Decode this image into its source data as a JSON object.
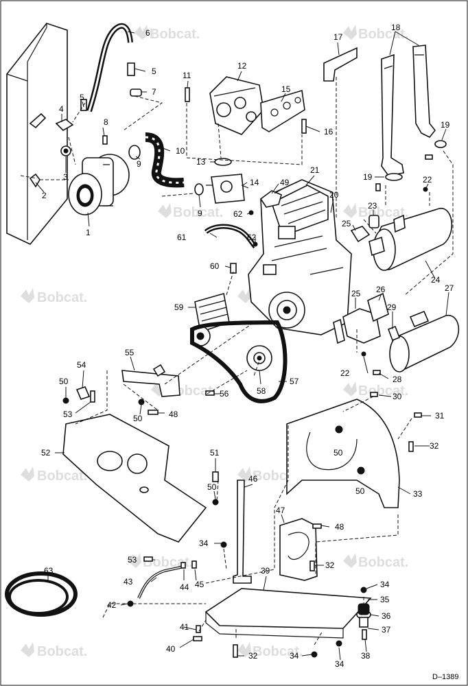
{
  "watermark": "Bobcat.",
  "document_id": "D–1389",
  "callouts": [
    {
      "id": "c1",
      "label": "1"
    },
    {
      "id": "c2",
      "label": "2"
    },
    {
      "id": "c3",
      "label": "3"
    },
    {
      "id": "c4",
      "label": "4"
    },
    {
      "id": "c5a",
      "label": "5"
    },
    {
      "id": "c5b",
      "label": "5"
    },
    {
      "id": "c6",
      "label": "6"
    },
    {
      "id": "c7",
      "label": "7"
    },
    {
      "id": "c8",
      "label": "8"
    },
    {
      "id": "c9a",
      "label": "9"
    },
    {
      "id": "c9b",
      "label": "9"
    },
    {
      "id": "c10",
      "label": "10"
    },
    {
      "id": "c11",
      "label": "11"
    },
    {
      "id": "c12",
      "label": "12"
    },
    {
      "id": "c13",
      "label": "13"
    },
    {
      "id": "c14",
      "label": "14"
    },
    {
      "id": "c15",
      "label": "15"
    },
    {
      "id": "c16",
      "label": "16"
    },
    {
      "id": "c17",
      "label": "17"
    },
    {
      "id": "c18",
      "label": "18"
    },
    {
      "id": "c19a",
      "label": "19"
    },
    {
      "id": "c19b",
      "label": "19"
    },
    {
      "id": "c20",
      "label": "20"
    },
    {
      "id": "c21",
      "label": "21"
    },
    {
      "id": "c22a",
      "label": "22"
    },
    {
      "id": "c22b",
      "label": "22"
    },
    {
      "id": "c23",
      "label": "23"
    },
    {
      "id": "c24",
      "label": "24"
    },
    {
      "id": "c25a",
      "label": "25"
    },
    {
      "id": "c25b",
      "label": "25"
    },
    {
      "id": "c26",
      "label": "26"
    },
    {
      "id": "c27",
      "label": "27"
    },
    {
      "id": "c28",
      "label": "28"
    },
    {
      "id": "c29",
      "label": "29"
    },
    {
      "id": "c30",
      "label": "30"
    },
    {
      "id": "c31",
      "label": "31"
    },
    {
      "id": "c32a",
      "label": "32"
    },
    {
      "id": "c32b",
      "label": "32"
    },
    {
      "id": "c32c",
      "label": "32"
    },
    {
      "id": "c33",
      "label": "33"
    },
    {
      "id": "c34a",
      "label": "34"
    },
    {
      "id": "c34b",
      "label": "34"
    },
    {
      "id": "c34c",
      "label": "34"
    },
    {
      "id": "c34d",
      "label": "34"
    },
    {
      "id": "c35",
      "label": "35"
    },
    {
      "id": "c36",
      "label": "36"
    },
    {
      "id": "c37",
      "label": "37"
    },
    {
      "id": "c38",
      "label": "38"
    },
    {
      "id": "c39",
      "label": "39"
    },
    {
      "id": "c40",
      "label": "40"
    },
    {
      "id": "c41",
      "label": "41"
    },
    {
      "id": "c42",
      "label": "42"
    },
    {
      "id": "c43",
      "label": "43"
    },
    {
      "id": "c44",
      "label": "44"
    },
    {
      "id": "c45",
      "label": "45"
    },
    {
      "id": "c46",
      "label": "46"
    },
    {
      "id": "c47",
      "label": "47"
    },
    {
      "id": "c48a",
      "label": "48"
    },
    {
      "id": "c48b",
      "label": "48"
    },
    {
      "id": "c49",
      "label": "49"
    },
    {
      "id": "c50a",
      "label": "50"
    },
    {
      "id": "c50b",
      "label": "50"
    },
    {
      "id": "c50c",
      "label": "50"
    },
    {
      "id": "c50d",
      "label": "50"
    },
    {
      "id": "c50e",
      "label": "50"
    },
    {
      "id": "c51",
      "label": "51"
    },
    {
      "id": "c52",
      "label": "52"
    },
    {
      "id": "c53a",
      "label": "53"
    },
    {
      "id": "c53b",
      "label": "53"
    },
    {
      "id": "c54",
      "label": "54"
    },
    {
      "id": "c55",
      "label": "55"
    },
    {
      "id": "c56",
      "label": "56"
    },
    {
      "id": "c57",
      "label": "57"
    },
    {
      "id": "c58",
      "label": "58"
    },
    {
      "id": "c59",
      "label": "59"
    },
    {
      "id": "c60",
      "label": "60"
    },
    {
      "id": "c61",
      "label": "61"
    },
    {
      "id": "c62a",
      "label": "62"
    },
    {
      "id": "c62b",
      "label": "62"
    },
    {
      "id": "c63",
      "label": "63"
    }
  ]
}
